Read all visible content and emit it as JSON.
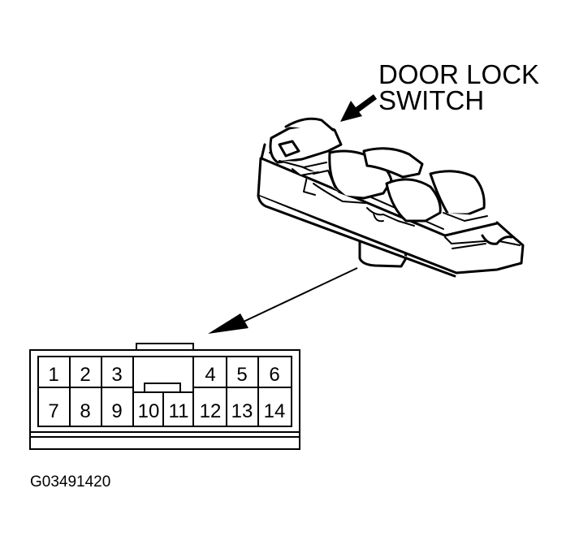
{
  "label": {
    "line1": "DOOR LOCK",
    "line2": "SWITCH"
  },
  "figure_id": "G03491420",
  "connector": {
    "top_row": [
      "1",
      "2",
      "3",
      "4",
      "5",
      "6"
    ],
    "bottom_row": [
      "7",
      "8",
      "9",
      "10",
      "11",
      "12",
      "13",
      "14"
    ]
  },
  "colors": {
    "ink": "#000000",
    "paper": "#ffffff"
  }
}
